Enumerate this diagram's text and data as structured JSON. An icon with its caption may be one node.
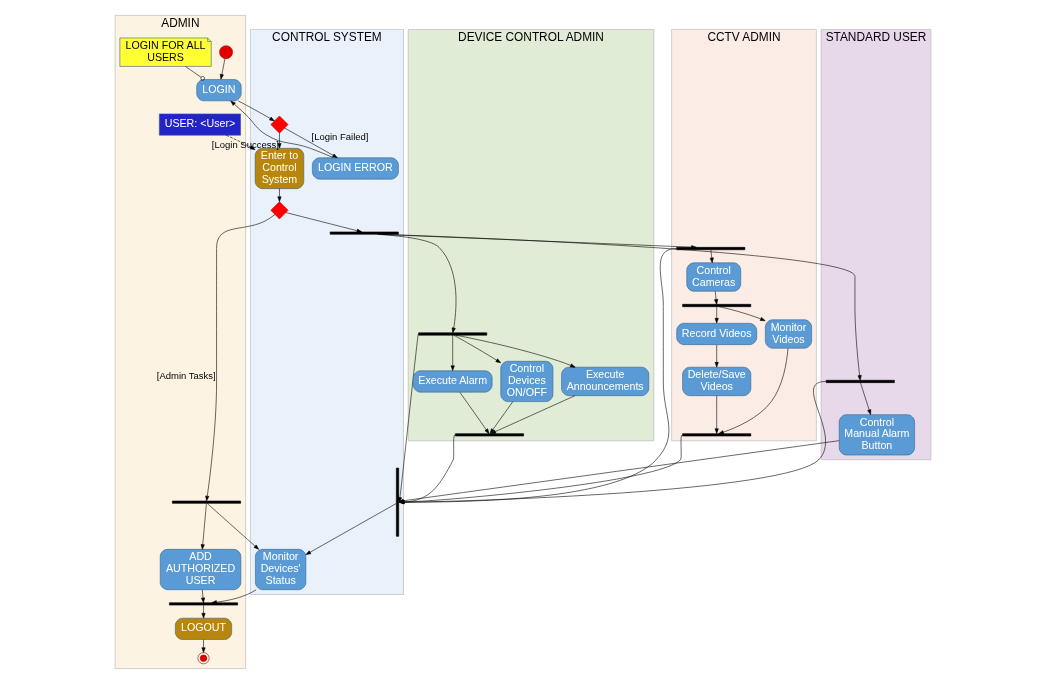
{
  "diagram": {
    "nodes": [
      {
        "text": [
          "ADMIN"
        ]
      },
      {
        "text": [
          "CONTROL SYSTEM"
        ]
      },
      {
        "text": [
          "DEVICE CONTROL ADMIN"
        ]
      },
      {
        "text": [
          "CCTV ADMIN"
        ]
      },
      {
        "text": [
          "STANDARD USER"
        ]
      },
      {
        "text": [],
        "shape": "circle",
        "in": 0
      },
      {
        "text": [
          "USER: <User>"
        ],
        "in": 0
      },
      {
        "text": [],
        "shape": "diamond",
        "in": 1
      },
      {
        "text": [
          "LOGIN"
        ],
        "in": 0
      },
      {
        "text": [
          "LOGIN ERROR"
        ],
        "in": 1
      },
      {
        "text": [
          "LOGIN FOR ALL USERS"
        ],
        "in": 0
      },
      {
        "text": [
          "Enter to Control System"
        ],
        "in": 1
      },
      {
        "text": [],
        "shape": "diamond",
        "in": 1
      },
      {
        "text": [],
        "shape": "bar",
        "in": 0
      },
      {
        "text": [],
        "shape": "bar",
        "in": 1
      },
      {
        "text": [],
        "shape": "bar",
        "in": 2
      },
      {
        "text": [
          "Control Devices ON/OFF"
        ],
        "in": 2
      },
      {
        "text": [
          "Execute Announcements"
        ],
        "in": 2
      },
      {
        "text": [
          "Execute Alarm"
        ],
        "in": 2
      },
      {
        "text": [],
        "shape": "bar",
        "in": 2
      },
      {
        "text": [],
        "shape": "bar",
        "in": 3
      },
      {
        "text": [
          "Control Cameras"
        ],
        "in": 3
      },
      {
        "text": [],
        "shape": "bar",
        "in": 3
      },
      {
        "text": [
          "Record Videos"
        ],
        "in": 3
      },
      {
        "text": [
          "Monitor Videos"
        ],
        "in": 3
      },
      {
        "text": [
          "Delete/Save Videos"
        ],
        "in": 3
      },
      {
        "text": [],
        "shape": "bar",
        "in": 3
      },
      {
        "text": [],
        "shape": "bar",
        "in": 4
      },
      {
        "text": [
          "Control Manual Alarm Button"
        ],
        "in": 4
      },
      {
        "text": [
          "ADD AUTHORIZED USER"
        ],
        "in": 0
      },
      {
        "text": [],
        "shape": "bar",
        "in": 1
      },
      {
        "text": [
          "Monitor Devices' Status"
        ],
        "in": 1
      },
      {
        "text": [],
        "shape": "bar",
        "in": 0
      },
      {
        "text": [
          "LOGOUT"
        ],
        "in": 0
      },
      {
        "text": [],
        "shape": "circle",
        "in": 0
      }
    ],
    "edges": [
      {
        "from": 5,
        "to": 8,
        "arrow": "to"
      },
      {
        "from": 8,
        "to": 7,
        "arrow": "to"
      },
      {
        "from": 7,
        "to": 9,
        "arrow": "to",
        "label": "[Login Failed]"
      },
      {
        "from": 9,
        "to": 8,
        "arrow": "to"
      },
      {
        "from": 7,
        "to": 11,
        "arrow": "to",
        "label": "[Login Success]"
      },
      {
        "from": 6,
        "to": 11,
        "arrow": "to",
        "style": "dashed"
      },
      {
        "from": 10,
        "to": 8,
        "arrow": "other"
      },
      {
        "from": 11,
        "to": 12,
        "arrow": "to"
      },
      {
        "from": 12,
        "to": 13,
        "arrow": "to",
        "label": "[Admin Tasks]"
      },
      {
        "from": 12,
        "to": 14,
        "arrow": "to"
      },
      {
        "from": 14,
        "to": 27,
        "arrow": "to"
      },
      {
        "from": 14,
        "to": 20,
        "arrow": "to"
      },
      {
        "from": 14,
        "to": 15,
        "arrow": "to"
      },
      {
        "from": 15,
        "to": 16,
        "arrow": "to"
      },
      {
        "from": 15,
        "to": 17,
        "arrow": "to"
      },
      {
        "from": 15,
        "to": 18,
        "arrow": "to"
      },
      {
        "from": 15,
        "to": 30,
        "arrow": "to"
      },
      {
        "from": 16,
        "to": 19,
        "arrow": "to"
      },
      {
        "from": 17,
        "to": 19,
        "arrow": "to"
      },
      {
        "from": 18,
        "to": 19,
        "arrow": "to"
      },
      {
        "from": 19,
        "to": 30,
        "arrow": "to"
      },
      {
        "from": 20,
        "to": 21,
        "arrow": "to"
      },
      {
        "from": 20,
        "to": 30,
        "arrow": "to"
      },
      {
        "from": 21,
        "to": 22,
        "arrow": "to"
      },
      {
        "from": 22,
        "to": 23,
        "arrow": "to"
      },
      {
        "from": 22,
        "to": 24,
        "arrow": "to"
      },
      {
        "from": 23,
        "to": 25,
        "arrow": "to"
      },
      {
        "from": 25,
        "to": 26,
        "arrow": "to"
      },
      {
        "from": 24,
        "to": 26,
        "arrow": "to"
      },
      {
        "from": 26,
        "to": 30,
        "arrow": "to"
      },
      {
        "from": 27,
        "to": 28,
        "arrow": "to"
      },
      {
        "from": 27,
        "to": 30,
        "arrow": "to"
      },
      {
        "from": 28,
        "to": 30,
        "arrow": "to"
      },
      {
        "from": 13,
        "to": 29,
        "arrow": "to"
      },
      {
        "from": 13,
        "to": 31,
        "arrow": "to"
      },
      {
        "from": 30,
        "to": 31,
        "arrow": "to"
      },
      {
        "from": 29,
        "to": 32,
        "arrow": "to"
      },
      {
        "from": 31,
        "to": 32,
        "arrow": "to"
      },
      {
        "from": 32,
        "to": 33,
        "arrow": "to"
      },
      {
        "from": 33,
        "to": 34,
        "arrow": "to"
      }
    ]
  }
}
